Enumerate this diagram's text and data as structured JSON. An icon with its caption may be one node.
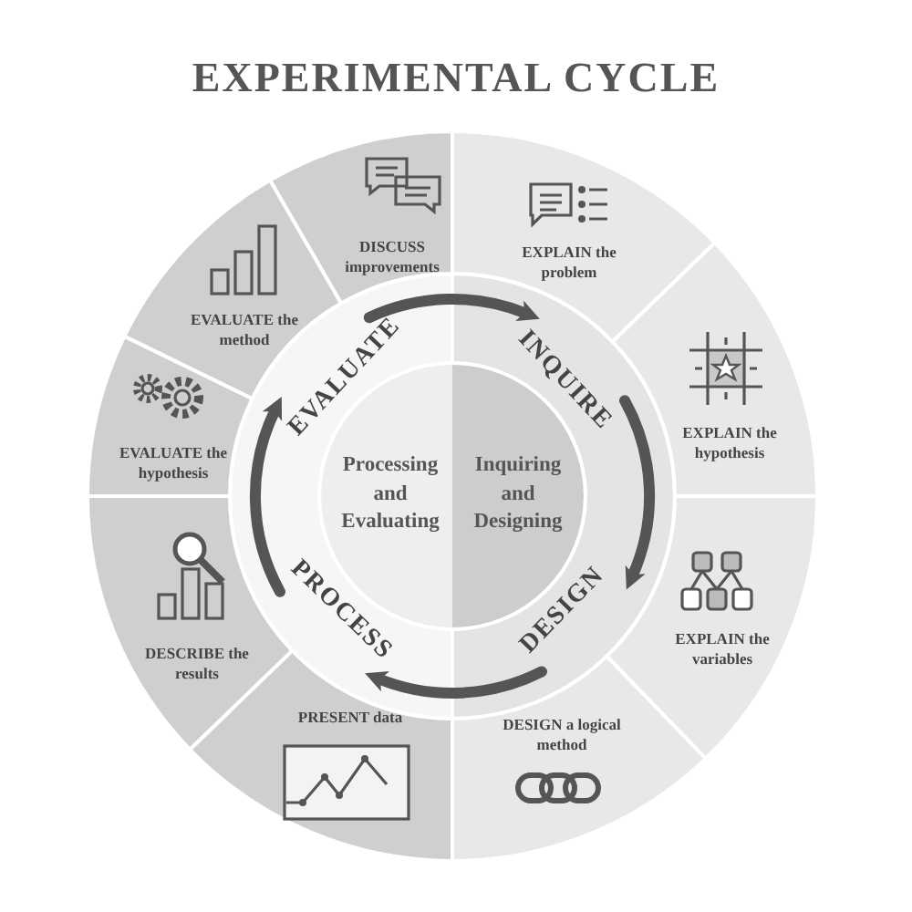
{
  "diagram": {
    "title": "EXPERIMENTAL CYCLE",
    "nodes": [
      {
        "text": [
          "DISCUSS improvements"
        ]
      },
      {
        "text": [
          "EXPLAIN the problem"
        ]
      },
      {
        "text": [
          "EXPLAIN the hypothesis"
        ]
      },
      {
        "text": [
          "EXPLAIN the variables"
        ]
      },
      {
        "text": [
          "DESIGN a logical method"
        ]
      },
      {
        "text": [
          "PRESENT data"
        ]
      },
      {
        "text": [
          "DESCRIBE the results"
        ]
      },
      {
        "text": [
          "EVALUATE the hypothesis"
        ]
      },
      {
        "text": [
          "EVALUATE the method"
        ]
      },
      {
        "text": [
          "EVALUATE"
        ]
      },
      {
        "text": [
          "INQUIRE"
        ]
      },
      {
        "text": [
          "DESIGN"
        ]
      },
      {
        "text": [
          "PROCESS"
        ]
      },
      {
        "text": [
          "Processing and Evaluating"
        ]
      },
      {
        "text": [
          "Inquiring and Designing"
        ]
      }
    ],
    "edges": [
      {
        "from": 9,
        "to": 10,
        "arrow": "to"
      },
      {
        "from": 10,
        "to": 11,
        "arrow": "to"
      },
      {
        "from": 11,
        "to": 12,
        "arrow": "to"
      },
      {
        "from": 12,
        "to": 9,
        "arrow": "to"
      }
    ]
  }
}
